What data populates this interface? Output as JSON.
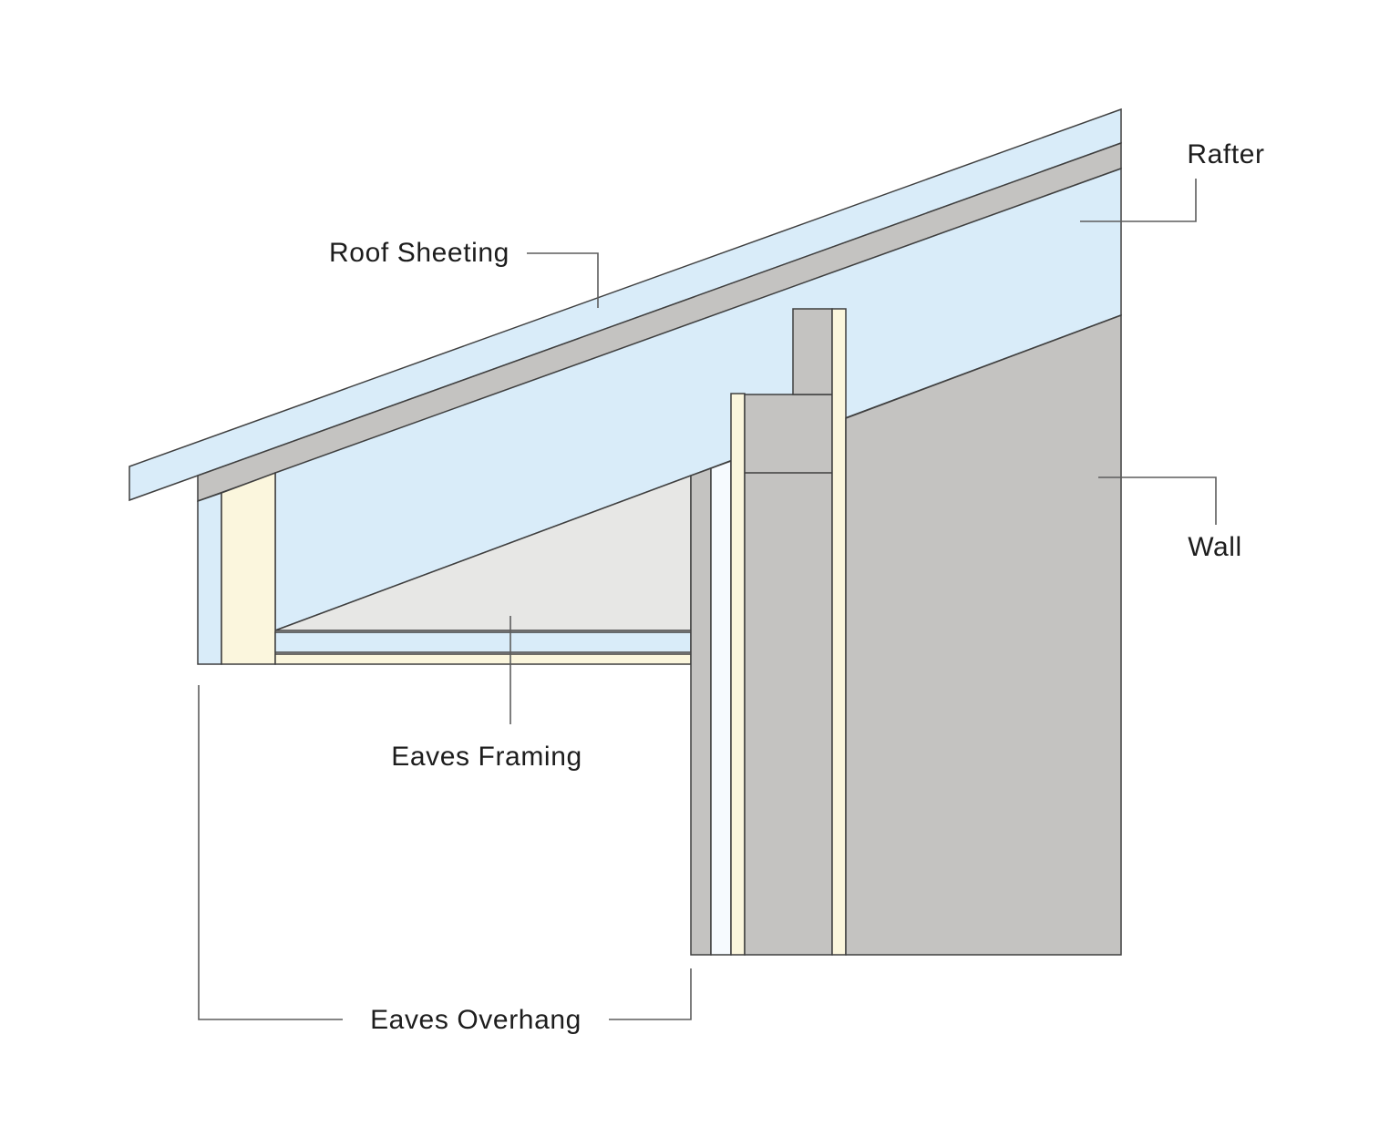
{
  "diagram": {
    "type": "roof-eaves-construction-cross-section",
    "labels": {
      "rafter": "Rafter",
      "roof_sheeting": "Roof Sheeting",
      "wall": "Wall",
      "eaves_framing": "Eaves Framing",
      "eaves_overhang": "Eaves Overhang"
    },
    "colors": {
      "roof_blue": "#d9ecf9",
      "frame_gray": "#c4c3c1",
      "panel_lightgray": "#e7e7e5",
      "timber_cream": "#fbf6dd",
      "lining_white": "#f6fafe",
      "outline": "#3f3f3f",
      "leader": "#5d5d5d",
      "text": "#1d1d1d",
      "background": "#ffffff"
    }
  }
}
